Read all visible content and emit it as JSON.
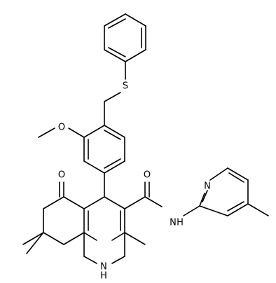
{
  "molecule": {
    "atoms": {
      "sulfur": "S",
      "oxygen_methoxy": "O",
      "oxygen_ketone": "O",
      "oxygen_amide": "O",
      "nitrogen_amide": "N",
      "hydrogen_amide": "H",
      "nitrogen_pyridine": "N",
      "nitrogen_ring": "N",
      "hydrogen_ring": "H"
    }
  }
}
